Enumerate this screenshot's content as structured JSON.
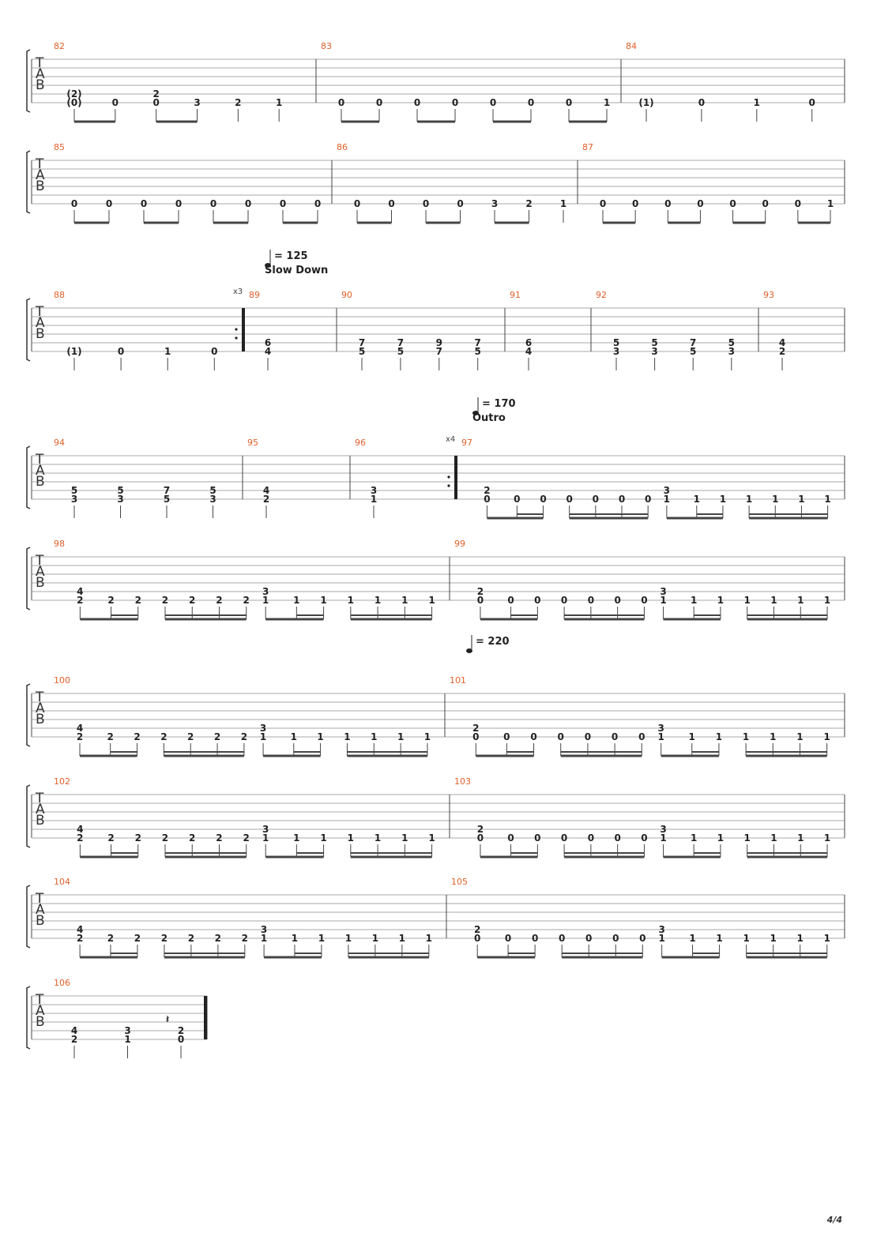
{
  "page_number": "4/4",
  "tab_clef": [
    "T",
    "A",
    "B"
  ],
  "systems": [
    {
      "measures": [
        {
          "num": "82",
          "notes": [
            [
              "(2)",
              "(0)"
            ],
            [
              "0"
            ],
            [
              "2",
              "0"
            ],
            [
              "3"
            ],
            [
              "2"
            ],
            [
              "1"
            ]
          ]
        },
        {
          "num": "83",
          "notes": [
            [
              "0"
            ],
            [
              "0"
            ],
            [
              "0"
            ],
            [
              "0"
            ],
            [
              "0"
            ],
            [
              "0"
            ],
            [
              "0"
            ],
            [
              "1"
            ]
          ]
        },
        {
          "num": "84",
          "notes": [
            [
              "(1)"
            ],
            [
              "0"
            ],
            [
              "1"
            ],
            [
              "0"
            ]
          ]
        }
      ]
    },
    {
      "measures": [
        {
          "num": "85",
          "notes": [
            [
              "0"
            ],
            [
              "0"
            ],
            [
              "0"
            ],
            [
              "0"
            ],
            [
              "0"
            ],
            [
              "0"
            ],
            [
              "0"
            ],
            [
              "0"
            ]
          ]
        },
        {
          "num": "86",
          "notes": [
            [
              "0"
            ],
            [
              "0"
            ],
            [
              "0"
            ],
            [
              "0"
            ],
            [
              "3"
            ],
            [
              "2"
            ],
            [
              "1"
            ]
          ]
        },
        {
          "num": "87",
          "notes": [
            [
              "0"
            ],
            [
              "0"
            ],
            [
              "0"
            ],
            [
              "0"
            ],
            [
              "0"
            ],
            [
              "0"
            ],
            [
              "0"
            ],
            [
              "1"
            ]
          ]
        }
      ]
    },
    {
      "tempo": "= 125",
      "section": "Slow Down",
      "measures": [
        {
          "num": "88",
          "repeat": "x3",
          "notes": [
            [
              "(1)"
            ],
            [
              "0"
            ],
            [
              "1"
            ],
            [
              "0"
            ]
          ]
        },
        {
          "num": "89",
          "notes": [
            [
              "6",
              "4"
            ]
          ]
        },
        {
          "num": "90",
          "notes": [
            [
              "7",
              "5"
            ],
            [
              "7",
              "5"
            ],
            [
              "9",
              "7"
            ],
            [
              "7",
              "5"
            ]
          ]
        },
        {
          "num": "91",
          "notes": [
            [
              "6",
              "4"
            ]
          ]
        },
        {
          "num": "92",
          "notes": [
            [
              "5",
              "3"
            ],
            [
              "5",
              "3"
            ],
            [
              "7",
              "5"
            ],
            [
              "5",
              "3"
            ]
          ]
        },
        {
          "num": "93",
          "notes": [
            [
              "4",
              "2"
            ]
          ]
        }
      ]
    },
    {
      "tempo": "= 170",
      "section": "Outro",
      "measures": [
        {
          "num": "94",
          "notes": [
            [
              "5",
              "3"
            ],
            [
              "5",
              "3"
            ],
            [
              "7",
              "5"
            ],
            [
              "5",
              "3"
            ]
          ]
        },
        {
          "num": "95",
          "notes": [
            [
              "4",
              "2"
            ]
          ]
        },
        {
          "num": "96",
          "repeat": "x4",
          "notes": [
            [
              "3",
              "1"
            ]
          ]
        },
        {
          "num": "97",
          "notes": [
            [
              "2",
              "0"
            ],
            [
              "0"
            ],
            [
              "0"
            ],
            [
              "0"
            ],
            [
              "0"
            ],
            [
              "0"
            ],
            [
              "0"
            ],
            [
              "3",
              "1"
            ],
            [
              "1"
            ],
            [
              "1"
            ],
            [
              "1"
            ],
            [
              "1"
            ],
            [
              "1"
            ],
            [
              "1"
            ]
          ]
        }
      ]
    },
    {
      "measures": [
        {
          "num": "98",
          "notes": [
            [
              "4",
              "2"
            ],
            [
              "2"
            ],
            [
              "2"
            ],
            [
              "2"
            ],
            [
              "2"
            ],
            [
              "2"
            ],
            [
              "2"
            ],
            [
              "3",
              "1"
            ],
            [
              "1"
            ],
            [
              "1"
            ],
            [
              "1"
            ],
            [
              "1"
            ],
            [
              "1"
            ],
            [
              "1"
            ]
          ]
        },
        {
          "num": "99",
          "notes": [
            [
              "2",
              "0"
            ],
            [
              "0"
            ],
            [
              "0"
            ],
            [
              "0"
            ],
            [
              "0"
            ],
            [
              "0"
            ],
            [
              "0"
            ],
            [
              "3",
              "1"
            ],
            [
              "1"
            ],
            [
              "1"
            ],
            [
              "1"
            ],
            [
              "1"
            ],
            [
              "1"
            ],
            [
              "1"
            ]
          ]
        }
      ]
    },
    {
      "tempo": "= 220",
      "measures": [
        {
          "num": "100",
          "notes": [
            [
              "4",
              "2"
            ],
            [
              "2"
            ],
            [
              "2"
            ],
            [
              "2"
            ],
            [
              "2"
            ],
            [
              "2"
            ],
            [
              "2"
            ],
            [
              "3",
              "1"
            ],
            [
              "1"
            ],
            [
              "1"
            ],
            [
              "1"
            ],
            [
              "1"
            ],
            [
              "1"
            ],
            [
              "1"
            ]
          ]
        },
        {
          "num": "101",
          "notes": [
            [
              "2",
              "0"
            ],
            [
              "0"
            ],
            [
              "0"
            ],
            [
              "0"
            ],
            [
              "0"
            ],
            [
              "0"
            ],
            [
              "0"
            ],
            [
              "3",
              "1"
            ],
            [
              "1"
            ],
            [
              "1"
            ],
            [
              "1"
            ],
            [
              "1"
            ],
            [
              "1"
            ],
            [
              "1"
            ]
          ]
        }
      ]
    },
    {
      "measures": [
        {
          "num": "102",
          "notes": [
            [
              "4",
              "2"
            ],
            [
              "2"
            ],
            [
              "2"
            ],
            [
              "2"
            ],
            [
              "2"
            ],
            [
              "2"
            ],
            [
              "2"
            ],
            [
              "3",
              "1"
            ],
            [
              "1"
            ],
            [
              "1"
            ],
            [
              "1"
            ],
            [
              "1"
            ],
            [
              "1"
            ],
            [
              "1"
            ]
          ]
        },
        {
          "num": "103",
          "notes": [
            [
              "2",
              "0"
            ],
            [
              "0"
            ],
            [
              "0"
            ],
            [
              "0"
            ],
            [
              "0"
            ],
            [
              "0"
            ],
            [
              "0"
            ],
            [
              "3",
              "1"
            ],
            [
              "1"
            ],
            [
              "1"
            ],
            [
              "1"
            ],
            [
              "1"
            ],
            [
              "1"
            ],
            [
              "1"
            ]
          ]
        }
      ]
    },
    {
      "measures": [
        {
          "num": "104",
          "notes": [
            [
              "4",
              "2"
            ],
            [
              "2"
            ],
            [
              "2"
            ],
            [
              "2"
            ],
            [
              "2"
            ],
            [
              "2"
            ],
            [
              "2"
            ],
            [
              "3",
              "1"
            ],
            [
              "1"
            ],
            [
              "1"
            ],
            [
              "1"
            ],
            [
              "1"
            ],
            [
              "1"
            ],
            [
              "1"
            ]
          ]
        },
        {
          "num": "105",
          "notes": [
            [
              "2",
              "0"
            ],
            [
              "0"
            ],
            [
              "0"
            ],
            [
              "0"
            ],
            [
              "0"
            ],
            [
              "0"
            ],
            [
              "0"
            ],
            [
              "3",
              "1"
            ],
            [
              "1"
            ],
            [
              "1"
            ],
            [
              "1"
            ],
            [
              "1"
            ],
            [
              "1"
            ],
            [
              "1"
            ]
          ]
        }
      ]
    },
    {
      "measures": [
        {
          "num": "106",
          "notes": [
            [
              "4",
              "2"
            ],
            [
              "3",
              "1"
            ],
            [
              "2",
              "0"
            ]
          ]
        }
      ]
    }
  ]
}
